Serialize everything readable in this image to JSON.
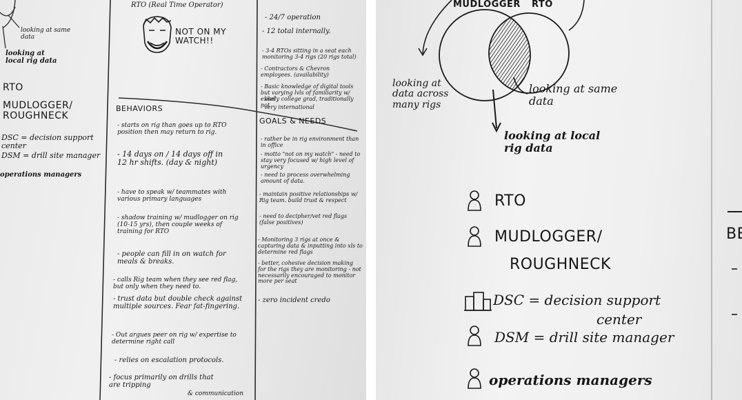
{
  "left_board": {
    "col1": {
      "looking_same": "looking at same data",
      "looking_local": "looking at local rig data",
      "roles": [
        "RTO",
        "MUDLOGGER/ ROUGHNECK",
        "DSC = decision support center",
        "DSM = drill site manager",
        "operations managers"
      ]
    },
    "col2": {
      "heading": "RTO (Real Time Operator)",
      "quote": "NOT ON MY WATCH!!",
      "behaviors_title": "BEHAVIORS",
      "behaviors": [
        "- starts on rig than goes up to RTO position then may return to rig.",
        "- 14 days on / 14 days off in 12 hr shifts. (day & night)",
        "- have to speak w/ teammates with various primary languages",
        "- shadow training w/ mudlogger on rig (10-15 yrs), then couple weeks of training for RTO",
        "- people can fill in on watch for meals & breaks.",
        "- calls Rig team when they see red flag, but only when they need to.",
        "- trust data but double check against multiple sources. Fear fat-fingering.",
        "- Out argues peer on rig w/ expertise to determine right call",
        "- relies on escalation protocols.",
        "- focus primarily on drills that are tripping",
        "& communication"
      ]
    },
    "col3": {
      "top_notes": [
        "- 24/7 operation",
        "- 12 total internally.",
        "- 3-4 RTOs sitting in a seat each monitoring 3-4 rigs (20 rigs total)",
        "- Contractors & Chevron employees. (availability)",
        "- Basic knowledge of digital tools but varying lvls of familiarity w/ excel",
        "- likely college grad, traditionally not",
        "- very international"
      ],
      "goals_title": "GOALS & NEEDS",
      "goals": [
        "- rather be in rig environment than in office",
        "- motto \"not on my watch\" - need to stay very focused w/ high level of urgency",
        "- need to process overwhelming amount of data.",
        "- maintain positive relationships w/ Rig team. build trust & respect",
        "- need to decipher/vet red flags (false positives)",
        "- Monitoring 3 rigs at once & capturing data & inputting into xls to determine red flags",
        "- better, cohesive decision making for the rigs they are monitoring - not necessarily encouraged to monitor more per seat",
        "- zero incident credo"
      ]
    }
  },
  "right_board": {
    "venn_left_label": "MUDLOGGER",
    "venn_right_label": "RTO",
    "looking_across": "looking at data across many rigs",
    "looking_same": "looking at same data",
    "looking_local": "looking at local rig data",
    "roles": [
      {
        "icon": "person-icon",
        "text": "RTO"
      },
      {
        "icon": "person-icon",
        "text": "MUDLOGGER/"
      },
      {
        "icon": "",
        "text": "ROUGHNECK"
      },
      {
        "icon": "building-icon",
        "text": "DSC = decision support"
      },
      {
        "icon": "",
        "text": "center"
      },
      {
        "icon": "person-icon",
        "text": "DSM = drill site manager"
      },
      {
        "icon": "person-icon",
        "text": "operations managers"
      }
    ],
    "edge_text": "BE"
  }
}
